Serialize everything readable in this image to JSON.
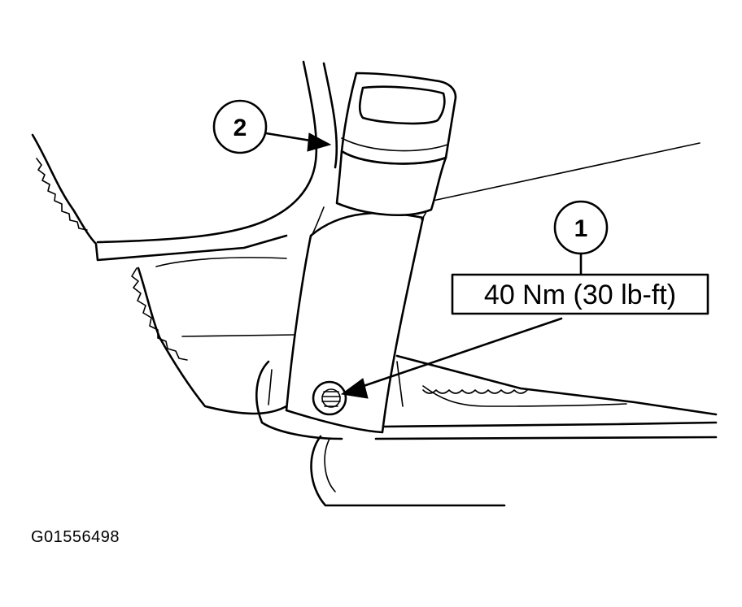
{
  "callouts": [
    {
      "number": "1",
      "label": "40 Nm (30 lb-ft)"
    },
    {
      "number": "2"
    }
  ],
  "figure_id": "G01556498"
}
